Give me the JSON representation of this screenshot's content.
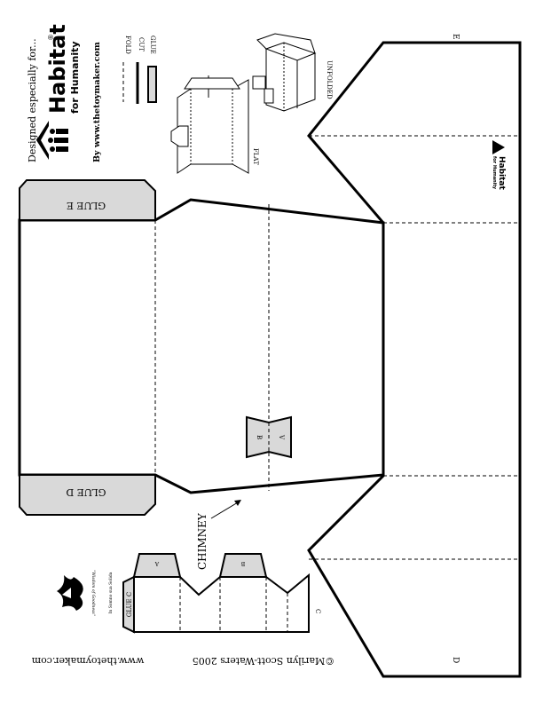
{
  "header": {
    "designed_for": "Designed especially for...",
    "brand_name": "Habitat",
    "brand_sub": "for Humanity",
    "brand_reg": "®",
    "byline": "By www.thetoymaker.com"
  },
  "legend": {
    "fold": "FOLD",
    "cut": "CUT",
    "glue": "GLUE"
  },
  "previews": {
    "flat": "FLAT",
    "unfolded": "UNFOLDED"
  },
  "tabs": {
    "glue_e": "GLUE E",
    "glue_d": "GLUE D",
    "glue_c": "GLUE C",
    "a": "A",
    "b": "B",
    "tab_b": "B",
    "tab_v": "V",
    "c": "C",
    "d": "D",
    "e": "E"
  },
  "chimney_label": "CHIMNEY",
  "seal": {
    "motto_top": "In Somno sua Solida",
    "motto_bottom": "\"Wisdom of Goodness\""
  },
  "footer": {
    "copyright": "©Marilyn Scott-Waters 2005",
    "website": "www.thetoymaker.com"
  },
  "colors": {
    "glue_fill": "#d9d9d9",
    "ink": "#000000"
  }
}
